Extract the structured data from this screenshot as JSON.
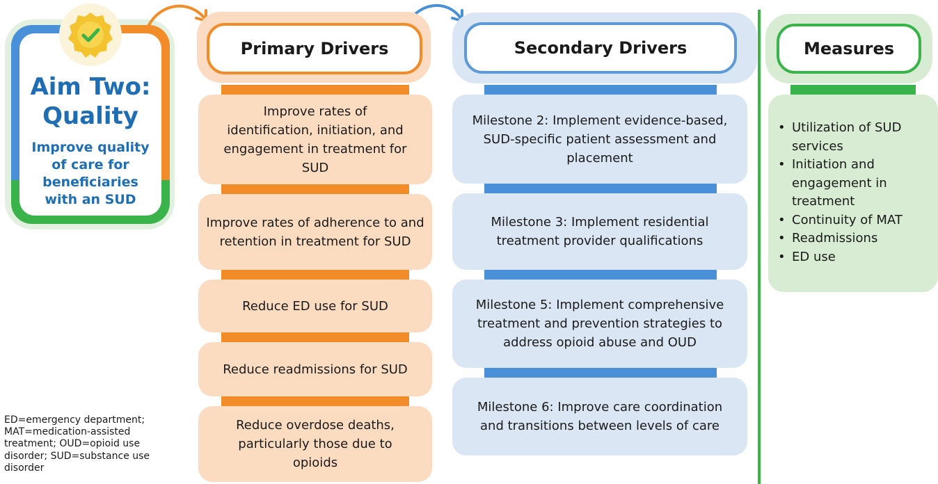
{
  "aim": {
    "title_line1": "Aim Two:",
    "title_line2": "Quality",
    "subtitle": "Improve quality of care for beneficiaries with an SUD"
  },
  "headers": {
    "primary": "Primary Drivers",
    "secondary": "Secondary Drivers",
    "measures": "Measures"
  },
  "primary_drivers": [
    "Improve rates of identification, initiation, and engagement in treatment for SUD",
    "Improve rates of adherence to and retention in treatment for SUD",
    "Reduce ED use for SUD",
    "Reduce readmissions for SUD",
    "Reduce overdose deaths, particularly those due to opioids"
  ],
  "secondary_drivers": [
    "Milestone 2: Implement evidence-based, SUD-specific patient assessment and placement",
    "Milestone 3: Implement residential treatment provider qualifications",
    "Milestone 5: Implement comprehensive treatment and prevention strategies to address opioid abuse and OUD",
    "Milestone 6: Improve care coordination and transitions between levels of care"
  ],
  "measures": [
    "Utilization of SUD services",
    "Initiation and engagement in treatment",
    "Continuity of MAT",
    "Readmissions",
    "ED use"
  ],
  "footnote": "ED=emergency department; MAT=medication-assisted treatment; OUD=opioid use disorder; SUD=substance use disorder",
  "colors": {
    "blue": "#4a90d9",
    "orange": "#f28c28",
    "green": "#3ab34a",
    "title_blue": "#1f6db3",
    "primary_fill": "#fcdcc1",
    "secondary_fill": "#dbe6f4",
    "measures_fill": "#d7ecd3"
  }
}
